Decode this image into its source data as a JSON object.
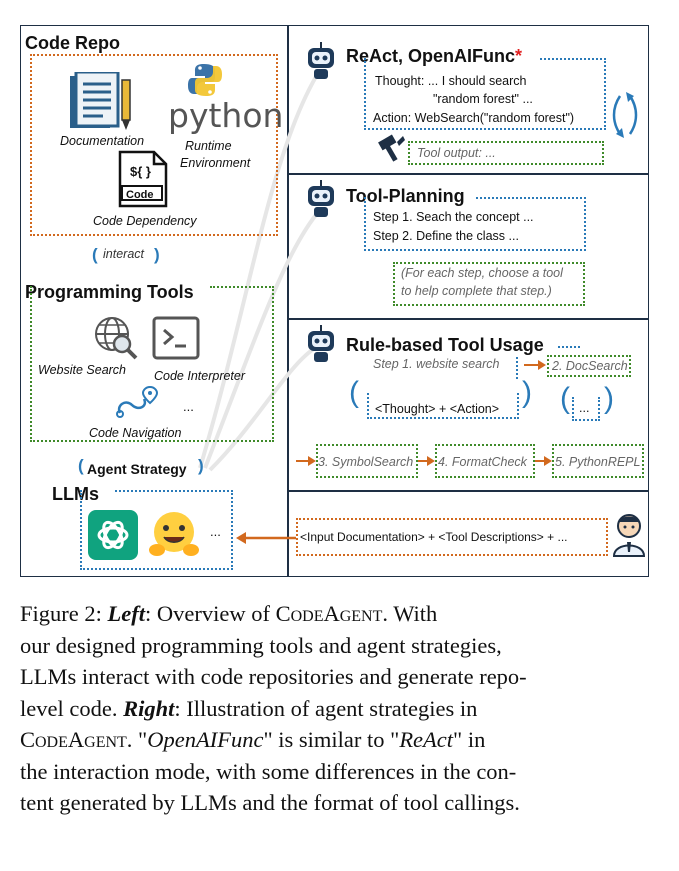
{
  "left": {
    "code_repo_title": "Code Repo",
    "documentation": "Documentation",
    "python_logo": "python",
    "runtime_1": "Runtime",
    "runtime_2": "Environment",
    "code_box_symbol": "${ }",
    "code_box_label": "Code",
    "code_dependency": "Code Dependency",
    "interact": "interact",
    "programming_tools_title": "Programming Tools",
    "website_search": "Website Search",
    "code_interpreter": "Code Interpreter",
    "code_navigation": "Code Navigation",
    "tools_ellipsis": "...",
    "agent_strategy": "Agent Strategy",
    "llms_title": "LLMs",
    "llms_ellipsis": "..."
  },
  "right": {
    "react_title": "ReAct, OpenAIFunc",
    "react_star": "*",
    "thought_1": "Thought: ... I should search",
    "thought_2": "\"random forest\" ...",
    "action": "Action: WebSearch(\"random forest\")",
    "tool_output": "Tool output: ...",
    "planning_title": "Tool-Planning",
    "step_1": "Step 1. Seach the concept ...",
    "step_2": "Step 2. Define the class ...",
    "planning_note_1": "(For each step, choose a tool",
    "planning_note_2": "to help complete that step.)",
    "rule_title": "Rule-based Tool Usage",
    "rule_step_1": "Step 1. website search",
    "rule_step_2": "2. DocSearch",
    "thought_action": "<Thought> + <Action>",
    "rule_ellipsis": "...",
    "rule_step_3": "3. SymbolSearch",
    "rule_step_4": "4. FormatCheck",
    "rule_step_5": "5. PythonREPL",
    "input_desc": "<Input Documentation> + <Tool Descriptions> + ..."
  },
  "caption": {
    "l1a": "Figure 2: ",
    "l1b": "Left",
    "l1c": ":  Overview of ",
    "l1d": "CodeAgent",
    "l1e": ".   With",
    "l2": "our designed programming tools and agent strategies,",
    "l3": "LLMs interact with code repositories and generate repo-",
    "l4a": "level code.  ",
    "l4b": "Right",
    "l4c": ":  Illustration of agent strategies in",
    "l5a": "CodeAgent",
    "l5b": ". \"",
    "l5c": "OpenAIFunc",
    "l5d": "\" is similar to \"",
    "l5e": "ReAct",
    "l5f": "\" in",
    "l6": "the interaction mode, with some differences in the con-",
    "l7": "tent generated by LLMs and the format of tool callings."
  },
  "colors": {
    "frame": "#1e2f44",
    "orange": "#d2691e",
    "blue": "#2a7ab8",
    "green": "#3f8a2a",
    "red_star": "#e02020"
  }
}
